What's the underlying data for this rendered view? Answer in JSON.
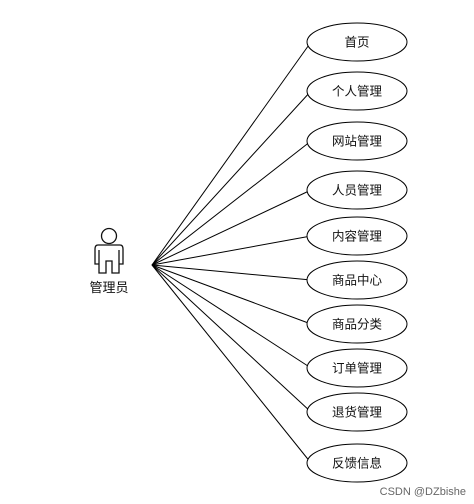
{
  "actor": {
    "label": "管理员",
    "icon": "person-icon"
  },
  "use_cases": [
    {
      "label": "首页"
    },
    {
      "label": "个人管理"
    },
    {
      "label": "网站管理"
    },
    {
      "label": "人员管理"
    },
    {
      "label": "内容管理"
    },
    {
      "label": "商品中心"
    },
    {
      "label": "商品分类"
    },
    {
      "label": "订单管理"
    },
    {
      "label": "退货管理"
    },
    {
      "label": "反馈信息"
    }
  ],
  "watermark": "CSDN @DZbishe",
  "colors": {
    "line": "#000000",
    "text": "#111111",
    "background": "#ffffff"
  }
}
